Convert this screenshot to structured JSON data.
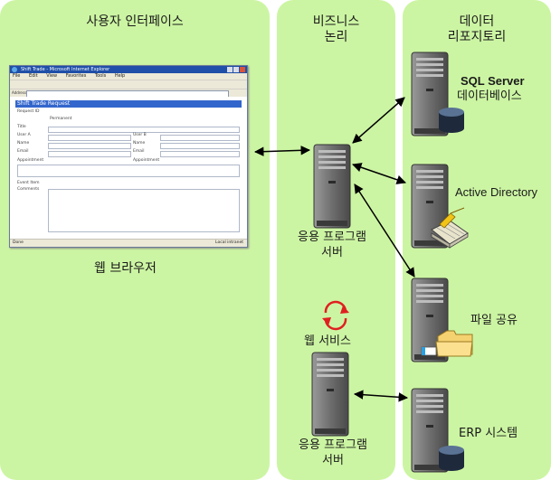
{
  "columns": {
    "ui": "사용자 인터페이스",
    "business_line1": "비즈니스",
    "business_line2": "논리",
    "data_line1": "데이터",
    "data_line2": "리포지토리"
  },
  "browser": {
    "title": "Shift Trade - Microsoft Internet Explorer",
    "menu": [
      "File",
      "Edit",
      "View",
      "Favorites",
      "Tools",
      "Help"
    ],
    "address_label": "Address",
    "form_title": "Shift Trade Request",
    "fields": [
      "Request ID",
      "Title",
      "User A",
      "Name",
      "Email",
      "Appointment"
    ],
    "fields_right": [
      "User B",
      "Name",
      "Email",
      "Appointment"
    ],
    "checkbox_label": "Permanent",
    "event_label": "Event Item",
    "comments_label": "Comments",
    "status_left": "Done",
    "status_right": "Local intranet"
  },
  "labels": {
    "web_browser": "웹 브라우저",
    "app_server_top_line1": "응용 프로그램",
    "app_server_top_line2": "서버",
    "web_services": "웹 서비스",
    "app_server_bottom_line1": "응용 프로그램",
    "app_server_bottom_line2": "서버",
    "sql_line1": "SQL Server",
    "sql_line2": "데이터베이스",
    "active_directory": "Active Directory",
    "file_share": "파일 공유",
    "erp": "ERP 시스템"
  },
  "colors": {
    "column_bg": "#ccf5a3",
    "server_body": "#7a7a7a",
    "arrow": "#000000",
    "web_service_icon": "#e02020"
  },
  "icons": {
    "server": "server-tower-icon",
    "database": "database-cylinder-icon",
    "directory": "directory-card-icon",
    "folder": "folder-icon",
    "web_service": "refresh-cycle-icon"
  }
}
